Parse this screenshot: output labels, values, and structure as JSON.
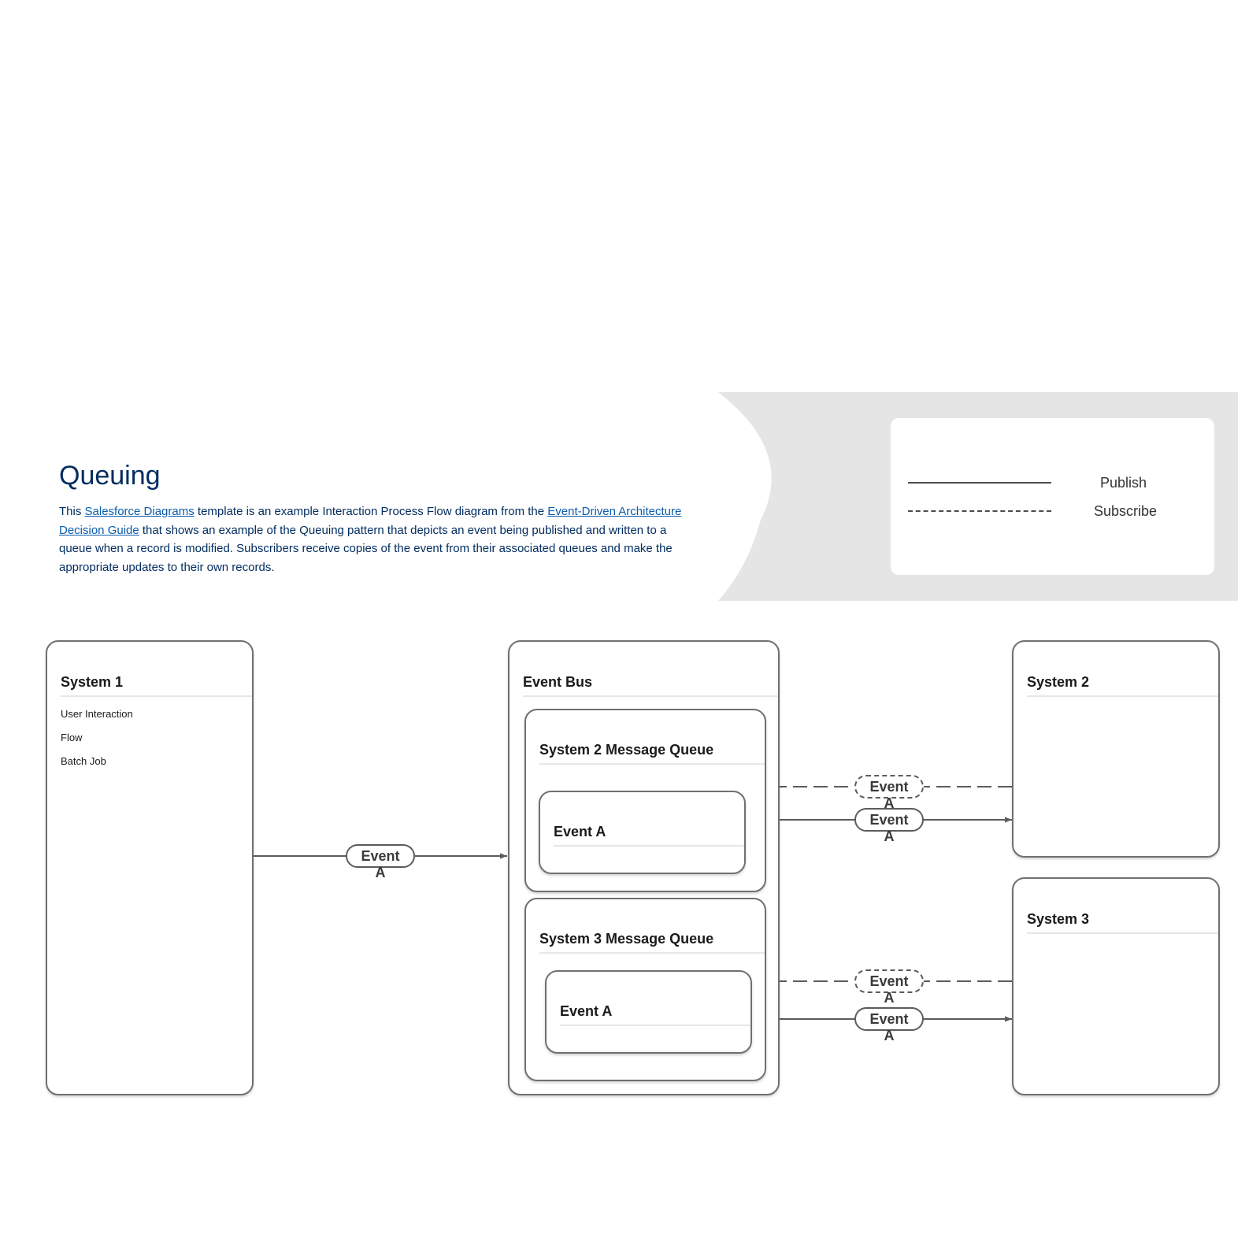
{
  "header": {
    "title": "Queuing",
    "description": {
      "intro": "This ",
      "link1": "Salesforce Diagrams",
      "mid": " template is an example Interaction Process Flow diagram from the ",
      "link2": "Event-Driven Architecture Decision Guide",
      "rest": " that shows an example of the Queuing pattern that depicts an event being published and written to a queue when a record is modified.  Subscribers receive copies of the event from their associated queues and make the appropriate updates to their own records."
    }
  },
  "legend": {
    "publish": "Publish",
    "subscribe": "Subscribe"
  },
  "diagram": {
    "system1": {
      "title": "System 1",
      "items": [
        "User Interaction",
        "Flow",
        "Batch Job"
      ]
    },
    "event_bus": {
      "title": "Event Bus",
      "queue2": {
        "title": "System 2 Message Queue",
        "event": "Event A"
      },
      "queue3": {
        "title": "System 3 Message Queue",
        "event": "Event A"
      }
    },
    "system2": {
      "title": "System 2"
    },
    "system3": {
      "title": "System 3"
    },
    "event_label_line1": "Event",
    "event_label_line2": "A"
  },
  "colors": {
    "title": "#032d60",
    "link": "#0b5cab",
    "legend_band": "#e5e5e5",
    "border": "#707070",
    "connector": "#5c5c5c"
  }
}
